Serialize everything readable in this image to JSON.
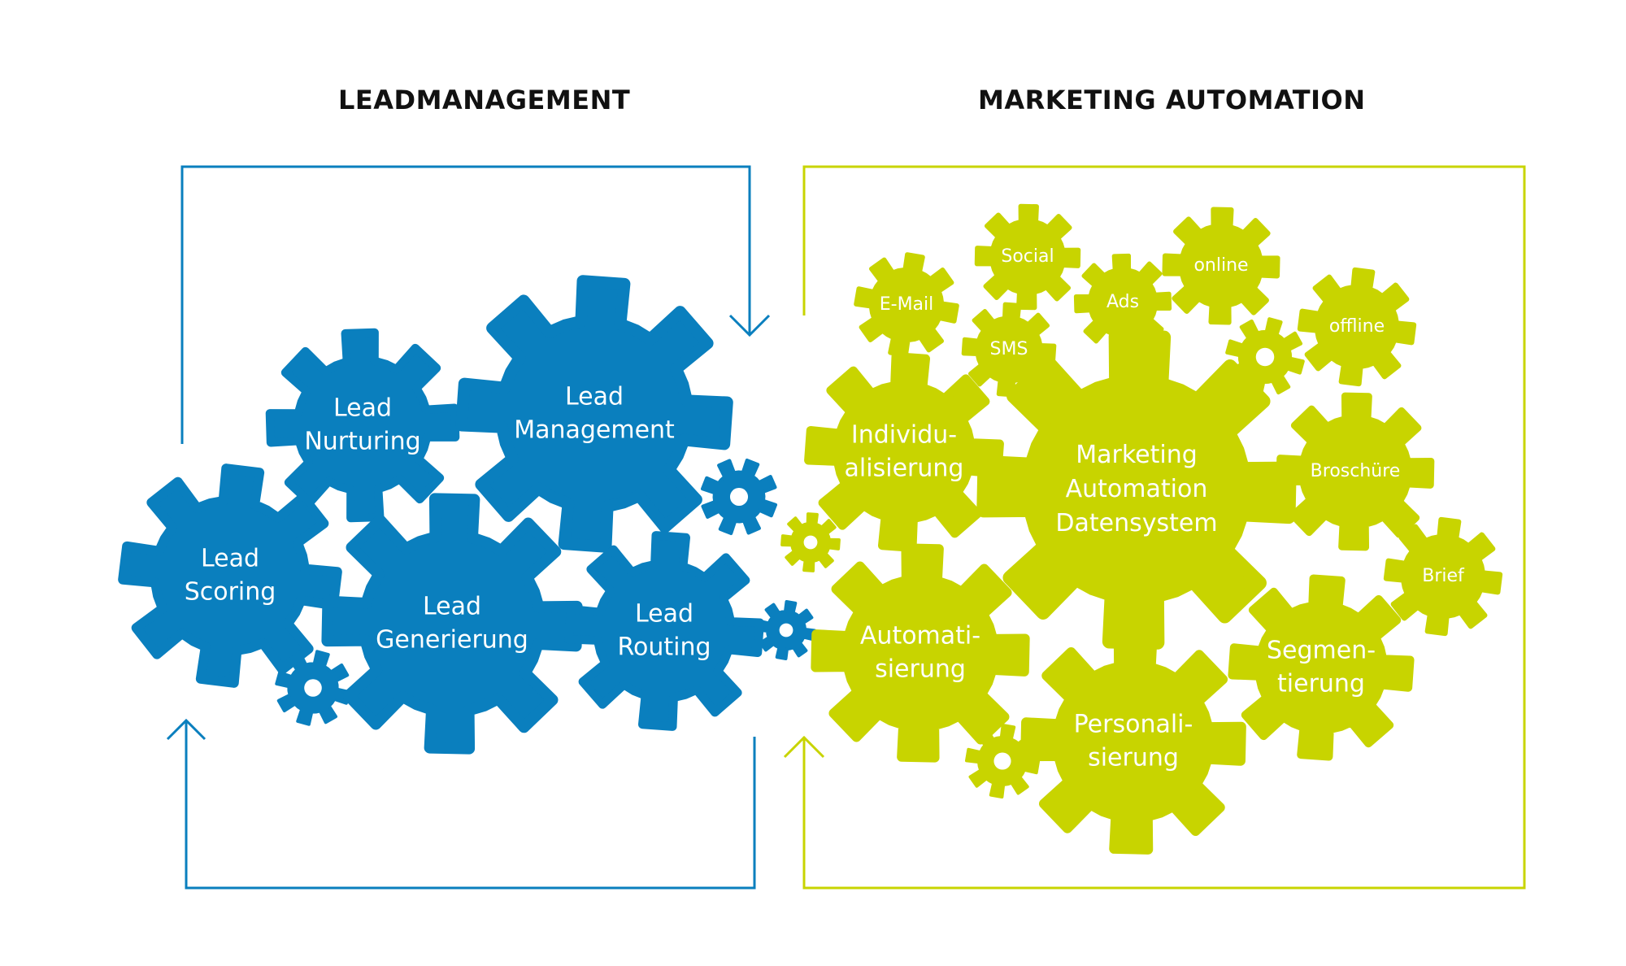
{
  "headings": {
    "left": "LEADMANAGEMENT",
    "right": "MARKETING AUTOMATION"
  },
  "colors": {
    "blue": "#0a7fbe",
    "green": "#c8d400",
    "background": "#ffffff",
    "heading_text": "#111111"
  },
  "lead_gears": [
    {
      "id": "lead-scoring",
      "lines": [
        "Lead",
        "Scoring"
      ]
    },
    {
      "id": "lead-nurturing",
      "lines": [
        "Lead",
        "Nurturing"
      ]
    },
    {
      "id": "lead-management",
      "lines": [
        "Lead",
        "Management"
      ]
    },
    {
      "id": "lead-generierung",
      "lines": [
        "Lead",
        "Generierung"
      ]
    },
    {
      "id": "lead-routing",
      "lines": [
        "Lead",
        "Routing"
      ]
    }
  ],
  "automation_gears": [
    {
      "id": "e-mail",
      "lines": [
        "E-Mail"
      ]
    },
    {
      "id": "social",
      "lines": [
        "Social"
      ]
    },
    {
      "id": "sms",
      "lines": [
        "SMS"
      ]
    },
    {
      "id": "ads",
      "lines": [
        "Ads"
      ]
    },
    {
      "id": "online",
      "lines": [
        "online"
      ]
    },
    {
      "id": "offline",
      "lines": [
        "offline"
      ]
    },
    {
      "id": "individualisierung",
      "lines": [
        "Individu-",
        "alisierung"
      ]
    },
    {
      "id": "marketing-automation-datensystem",
      "lines": [
        "Marketing",
        "Automation",
        "Datensystem"
      ]
    },
    {
      "id": "broschuere",
      "lines": [
        "Broschüre"
      ]
    },
    {
      "id": "brief",
      "lines": [
        "Brief"
      ]
    },
    {
      "id": "automatisierung",
      "lines": [
        "Automati-",
        "sierung"
      ]
    },
    {
      "id": "segmentierung",
      "lines": [
        "Segmen-",
        "tierung"
      ]
    },
    {
      "id": "personalisierung",
      "lines": [
        "Personali-",
        "sierung"
      ]
    }
  ]
}
